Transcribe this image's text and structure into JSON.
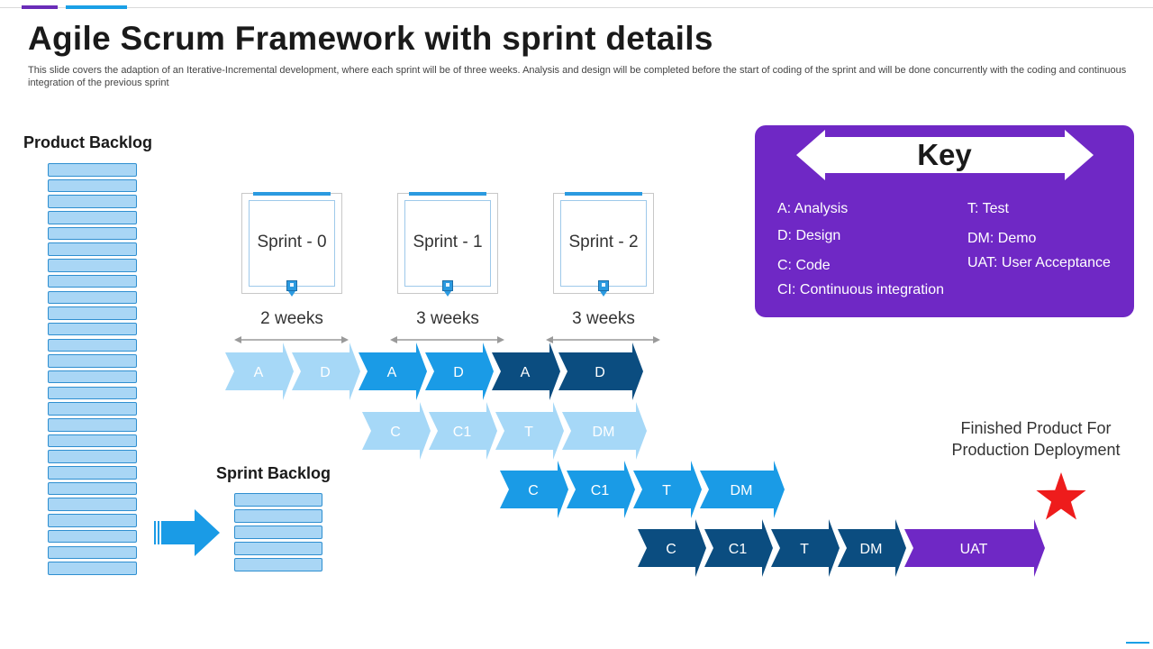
{
  "header": {
    "title": "Agile Scrum Framework with sprint details",
    "subtitle": "This slide covers the adaption of an Iterative-Incremental development, where each sprint will be of three weeks. Analysis and design will be completed before the start of coding of the sprint and will be done concurrently with the coding and continuous integration of the previous sprint"
  },
  "product_backlog": {
    "title": "Product Backlog"
  },
  "sprint_backlog": {
    "title": "Sprint Backlog"
  },
  "sprints": [
    {
      "label": "Sprint - 0",
      "duration": "2 weeks"
    },
    {
      "label": "Sprint - 1",
      "duration": "3 weeks"
    },
    {
      "label": "Sprint - 2",
      "duration": "3 weeks"
    }
  ],
  "flow_rows": [
    {
      "steps": [
        {
          "label": "A",
          "color": "#a6d8f7"
        },
        {
          "label": "D",
          "color": "#a6d8f7"
        },
        {
          "label": "A",
          "color": "#1a9be6"
        },
        {
          "label": "D",
          "color": "#1a9be6"
        },
        {
          "label": "A",
          "color": "#0b4d80"
        },
        {
          "label": "D",
          "color": "#0b4d80"
        }
      ]
    },
    {
      "steps": [
        {
          "label": "C",
          "color": "#a6d8f7"
        },
        {
          "label": "C1",
          "color": "#a6d8f7"
        },
        {
          "label": "T",
          "color": "#a6d8f7"
        },
        {
          "label": "DM",
          "color": "#a6d8f7"
        }
      ]
    },
    {
      "steps": [
        {
          "label": "C",
          "color": "#1a9be6"
        },
        {
          "label": "C1",
          "color": "#1a9be6"
        },
        {
          "label": "T",
          "color": "#1a9be6"
        },
        {
          "label": "DM",
          "color": "#1a9be6"
        }
      ]
    },
    {
      "steps": [
        {
          "label": "C",
          "color": "#0b4d80"
        },
        {
          "label": "C1",
          "color": "#0b4d80"
        },
        {
          "label": "T",
          "color": "#0b4d80"
        },
        {
          "label": "DM",
          "color": "#0b4d80"
        },
        {
          "label": "UAT",
          "color": "#6f28c5"
        }
      ]
    }
  ],
  "key": {
    "title": "Key",
    "items": [
      "A: Analysis",
      "D: Design",
      "C: Code",
      "CI: Continuous integration",
      "T: Test",
      "DM: Demo",
      "UAT: User Acceptance"
    ]
  },
  "finished": {
    "line1": "Finished Product For",
    "line2": "Production Deployment"
  },
  "colors": {
    "light_blue": "#a6d8f7",
    "mid_blue": "#1a9be6",
    "dark_blue": "#0b4d80",
    "purple": "#6f28c5",
    "star": "#ee1c1c"
  }
}
